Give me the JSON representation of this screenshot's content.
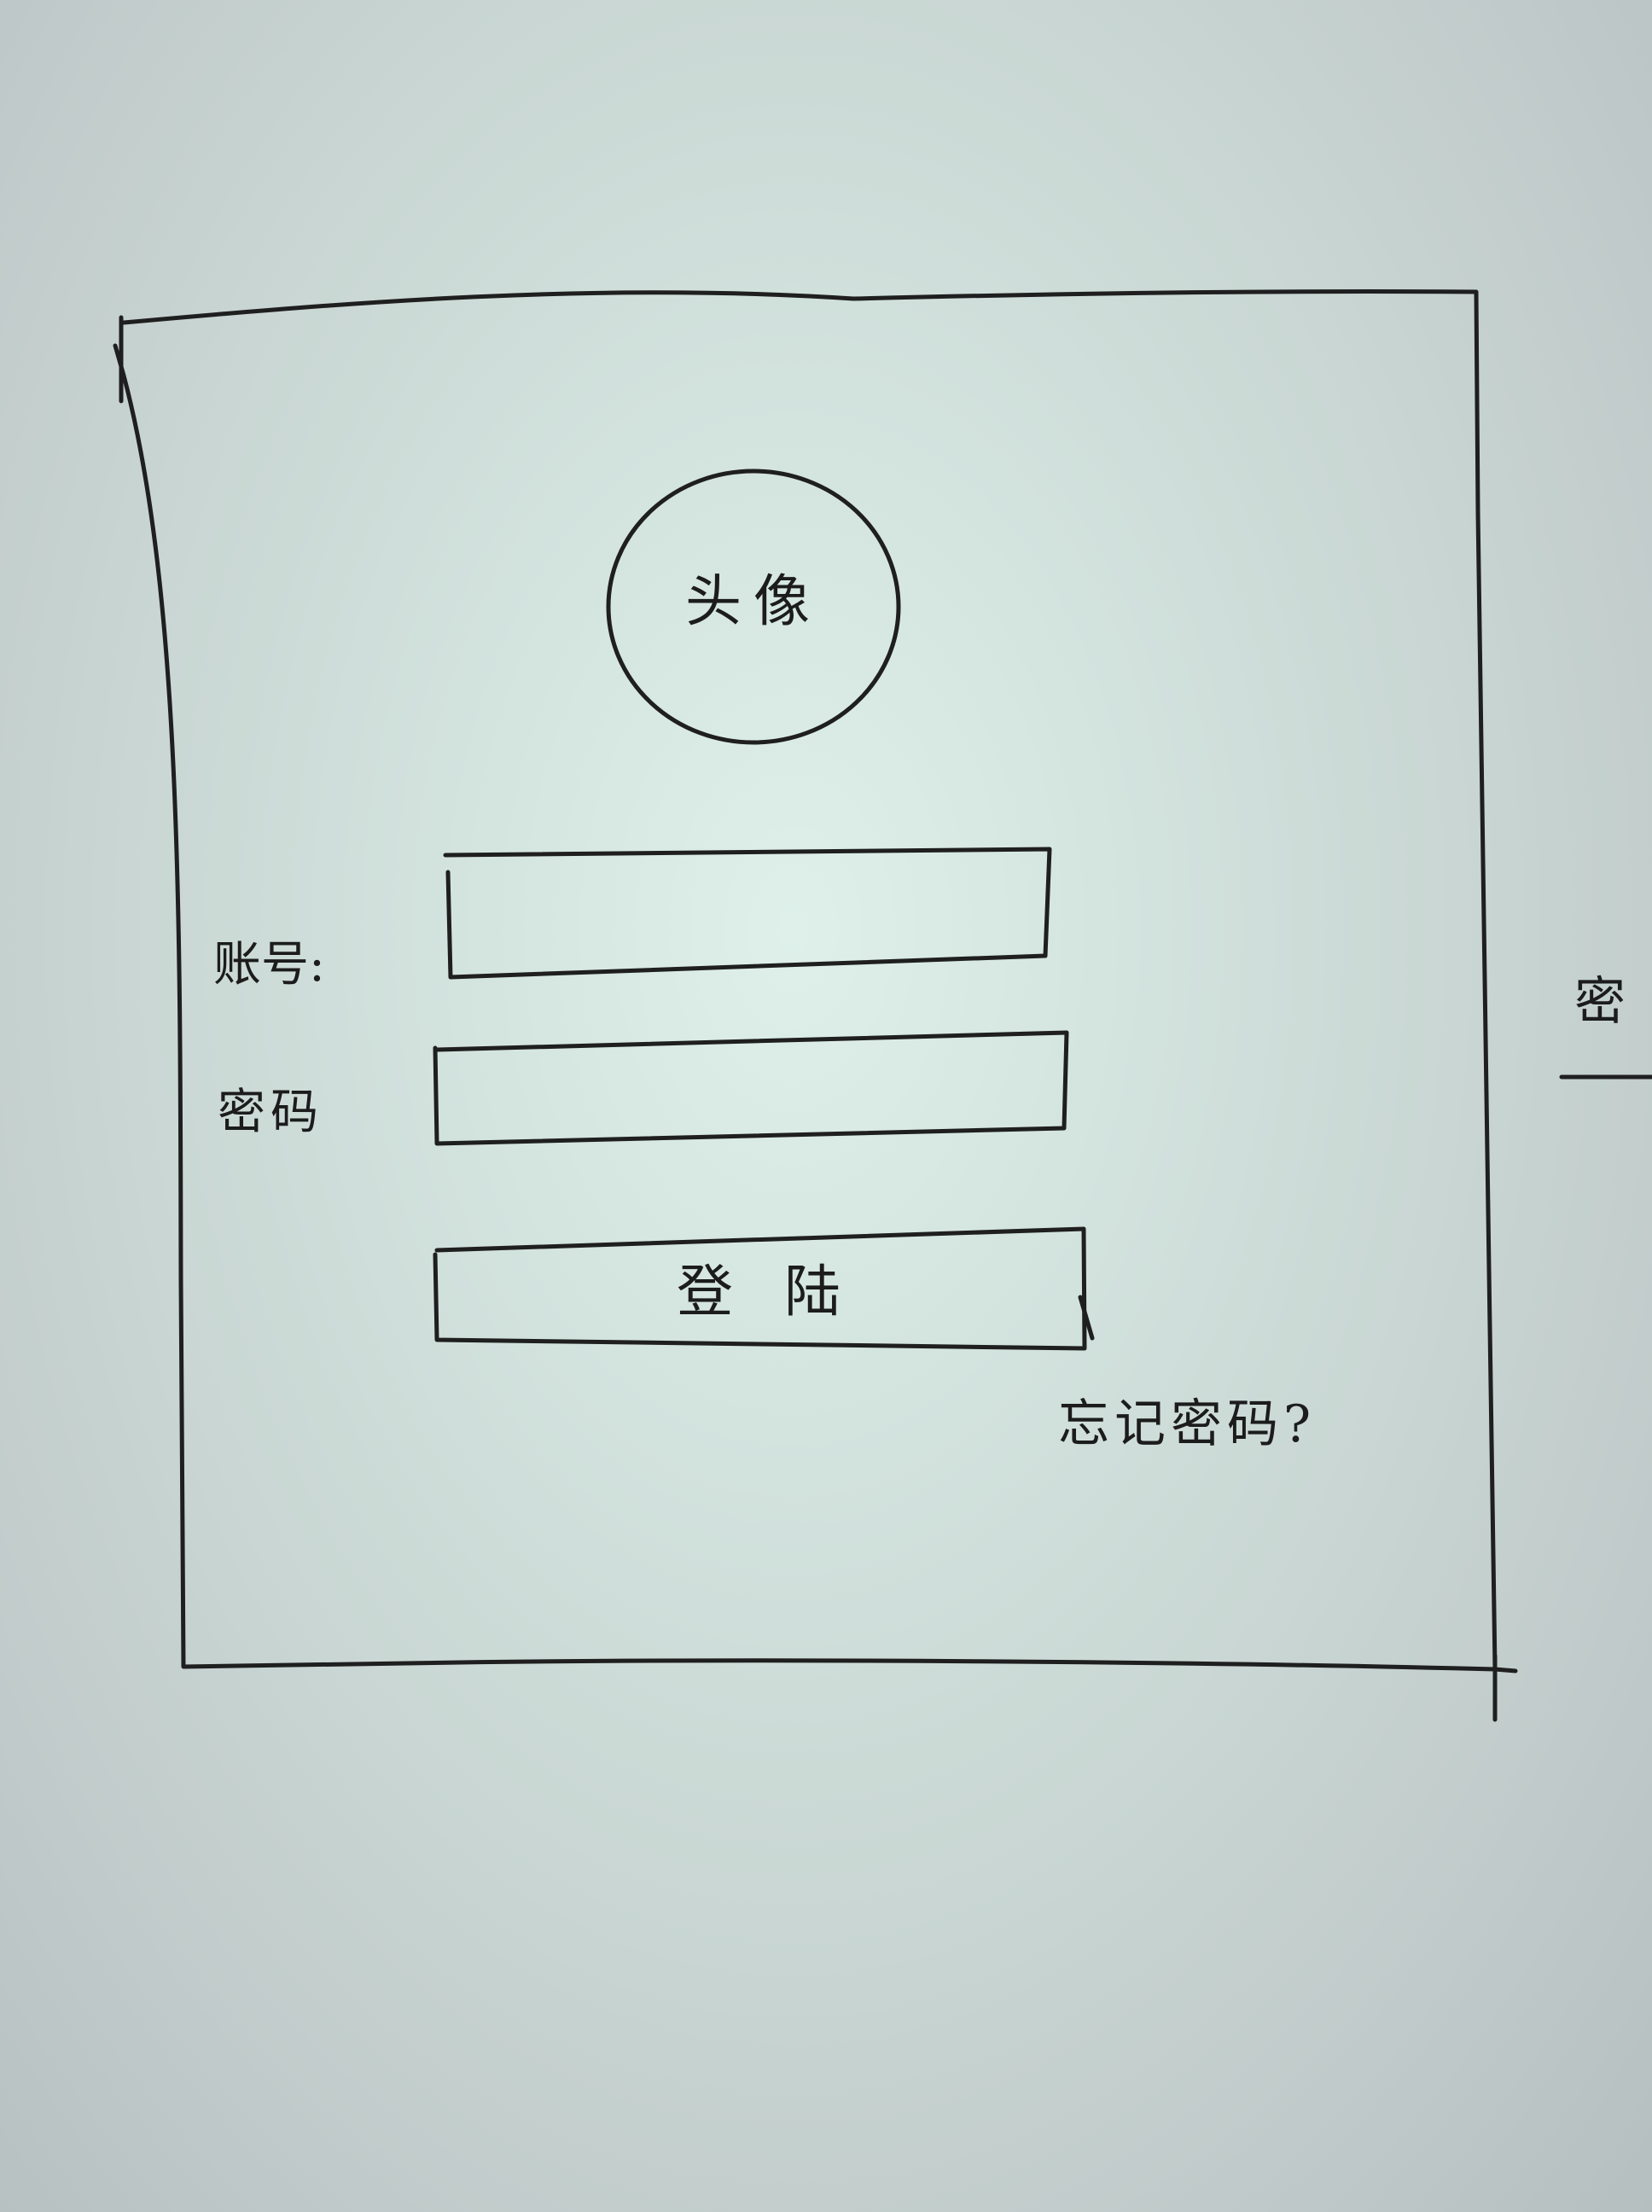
{
  "avatar": {
    "label": "头像"
  },
  "form": {
    "account_label": "账号:",
    "account_value": "",
    "password_label": "密码",
    "password_value": "",
    "login_label": "登陆",
    "forgot_label": "忘记密码?"
  },
  "margin_note": "密"
}
